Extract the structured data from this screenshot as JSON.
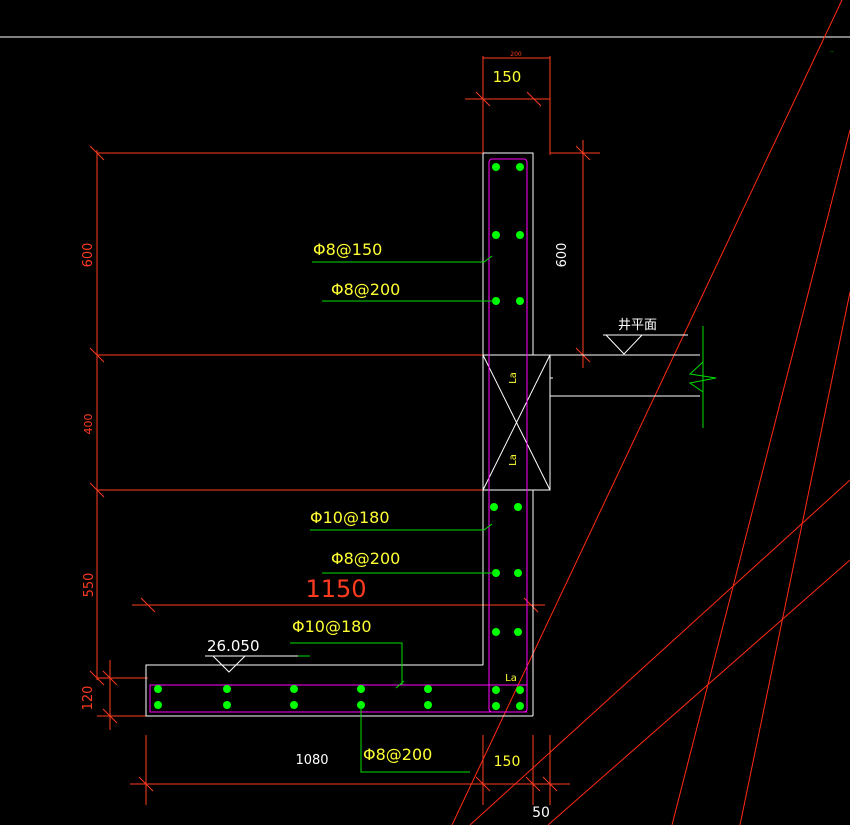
{
  "colors": {
    "background": "#000000",
    "dimension": "#ff3b1f",
    "outline": "#ffffff",
    "stirrup": "#ff00ff",
    "rebar": "#00ff00",
    "leader": "#00dd00",
    "label": "#ffff33"
  },
  "dimensions": {
    "tiny_top": "200",
    "top_width": "150",
    "left_600": "600",
    "left_400": "400",
    "left_550": "550",
    "left_120": "120",
    "right_600": "600",
    "overall_1150": "1150",
    "bottom_1080": "1080",
    "bottom_150": "150",
    "bottom_50": "50"
  },
  "rebar_labels": {
    "upper_stirrup": "Φ8@150",
    "upper_dist": "Φ8@200",
    "mid_main": "Φ10@180",
    "mid_dist": "Φ8@200",
    "slab_main": "Φ10@180",
    "slab_dist": "Φ8@200"
  },
  "anchor_labels": {
    "la_upper": "La",
    "la_lower": "La",
    "la_corner": "La"
  },
  "level_marks": {
    "elevation": "26.050",
    "well_plane": "井平面"
  }
}
